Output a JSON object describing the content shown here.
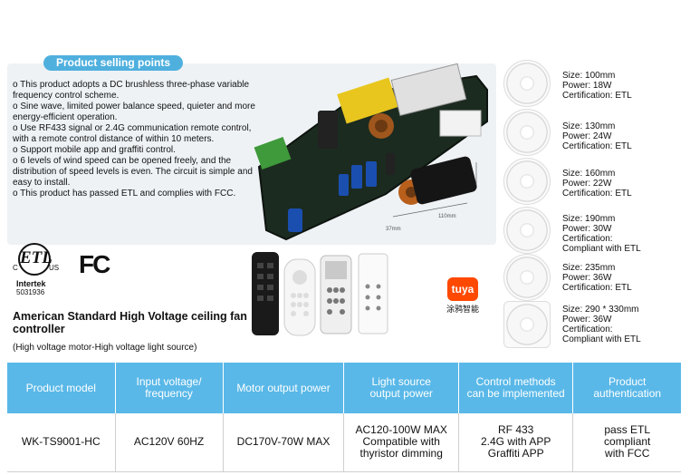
{
  "selling_points": {
    "title": "Product selling points",
    "items": [
      "o This product adopts a DC brushless three-phase variable frequency control scheme.",
      "o Sine wave, limited power balance speed, quieter and more energy-efficient operation.",
      "o Use RF433 signal or 2.4G communication remote control, with a remote control distance of within 10 meters.",
      "o Support mobile app and graffiti control.",
      "o 6 levels of wind speed can be opened freely, and the distribution of speed levels is even. The circuit is simple and easy to install.",
      "o This product has passed ETL and complies with FCC."
    ]
  },
  "dimensions": {
    "height": "37mm",
    "width": "110mm"
  },
  "certifications": {
    "etl_mark": "ETL",
    "etl_c": "C",
    "etl_us": "US",
    "lab": "Intertek",
    "lab_number": "5031936",
    "fc_mark": "FC"
  },
  "tuya": {
    "logo": "tuya",
    "caption": "涂鸦智能"
  },
  "title": {
    "main": "American Standard High Voltage ceiling fan controller",
    "sub": "(High voltage motor-High voltage light source)"
  },
  "modules": [
    {
      "size": "Size: 100mm",
      "power": "Power: 18W",
      "cert": "Certification: ETL",
      "extra": ""
    },
    {
      "size": "Size: 130mm",
      "power": "Power: 24W",
      "cert": "Certification: ETL",
      "extra": ""
    },
    {
      "size": "Size: 160mm",
      "power": "Power: 22W",
      "cert": "Certification: ETL",
      "extra": ""
    },
    {
      "size": "Size: 190mm",
      "power": "Power: 30W",
      "cert": "Certification:",
      "extra": "Compliant with ETL"
    },
    {
      "size": "Size: 235mm",
      "power": "Power: 36W",
      "cert": "Certification: ETL",
      "extra": ""
    },
    {
      "size": "Size: 290 * 330mm",
      "power": "Power: 36W",
      "cert": "Certification:",
      "extra": "Compliant with ETL"
    }
  ],
  "table": {
    "headers": [
      "Product model",
      "Input voltage/\nfrequency",
      "Motor output power",
      "Light source\noutput power",
      "Control methods\ncan be implemented",
      "Product\nauthentication"
    ],
    "row": [
      "WK-TS9001-HC",
      "AC120V 60HZ",
      "DC170V-70W MAX",
      "AC120-100W MAX\nCompatible with\nthyristor dimming",
      "RF 433\n2.4G with APP\nGraffiti APP",
      "pass ETL\ncompliant\nwith FCC"
    ]
  },
  "colors": {
    "accent": "#4fb0de",
    "table_header": "#59b8e8",
    "tuya": "#ff4800"
  }
}
